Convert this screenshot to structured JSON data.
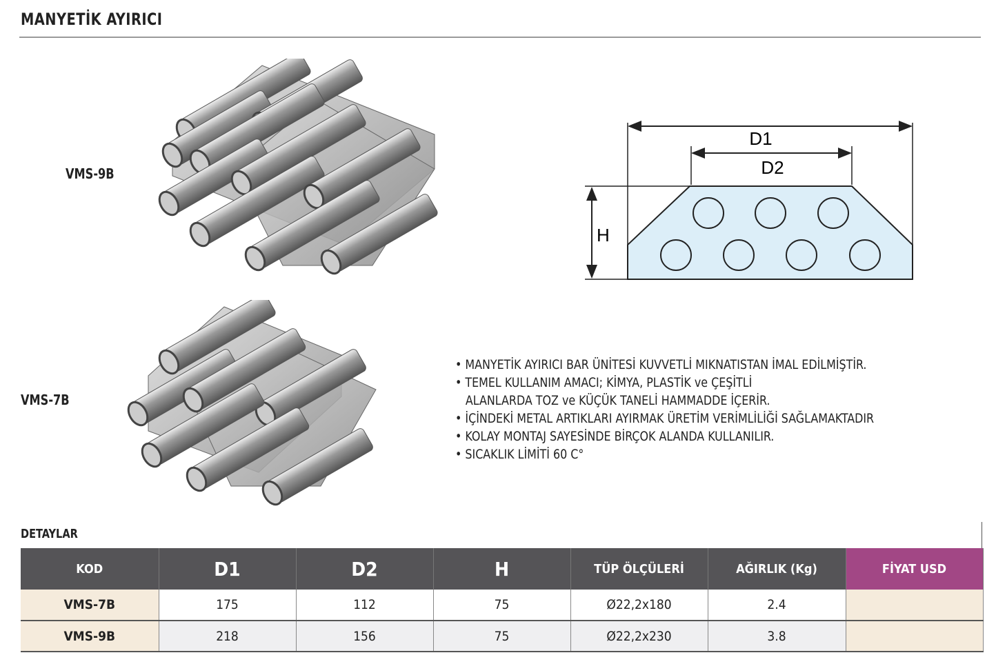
{
  "title": "MANYETİK AYIRICI",
  "products": [
    {
      "label": "VMS-9B"
    },
    {
      "label": "VMS-7B"
    }
  ],
  "diagram": {
    "d1": "D1",
    "d2": "D2",
    "h": "H",
    "fill": "#dceef8"
  },
  "bullets": [
    "• MANYETİK AYIRICI BAR ÜNİTESİ KUVVETLİ MIKNATISTAN İMAL EDİLMİŞTİR.",
    "• TEMEL KULLANIM AMACI; KİMYA, PLASTİK ve ÇEŞİTLİ",
    "ALANLARDA TOZ ve KÜÇÜK TANELİ HAMMADDE İÇERİR.",
    "• İÇİNDEKİ METAL ARTIKLARI AYIRMAK ÜRETİM VERİMLİLİĞİ SAĞLAMAKTADIR",
    "• KOLAY MONTAJ SAYESİNDE BİRÇOK ALANDA KULLANILIR.",
    "• SICAKLIK LİMİTİ 60 C°"
  ],
  "details": {
    "title": "DETAYLAR",
    "headers": [
      "KOD",
      "D1",
      "D2",
      "H",
      "TÜP ÖLÇÜLERİ",
      "AĞIRLIK (Kg)",
      "FİYAT USD"
    ],
    "rows": [
      [
        "VMS-7B",
        "175",
        "112",
        "75",
        "Ø22,2x180",
        "2.4",
        ""
      ],
      [
        "VMS-9B",
        "218",
        "156",
        "75",
        "Ø22,2x230",
        "3.8",
        ""
      ]
    ]
  },
  "colors": {
    "header": "#555457",
    "price": "#a24785",
    "kod_bg": "#f5ebdc"
  }
}
